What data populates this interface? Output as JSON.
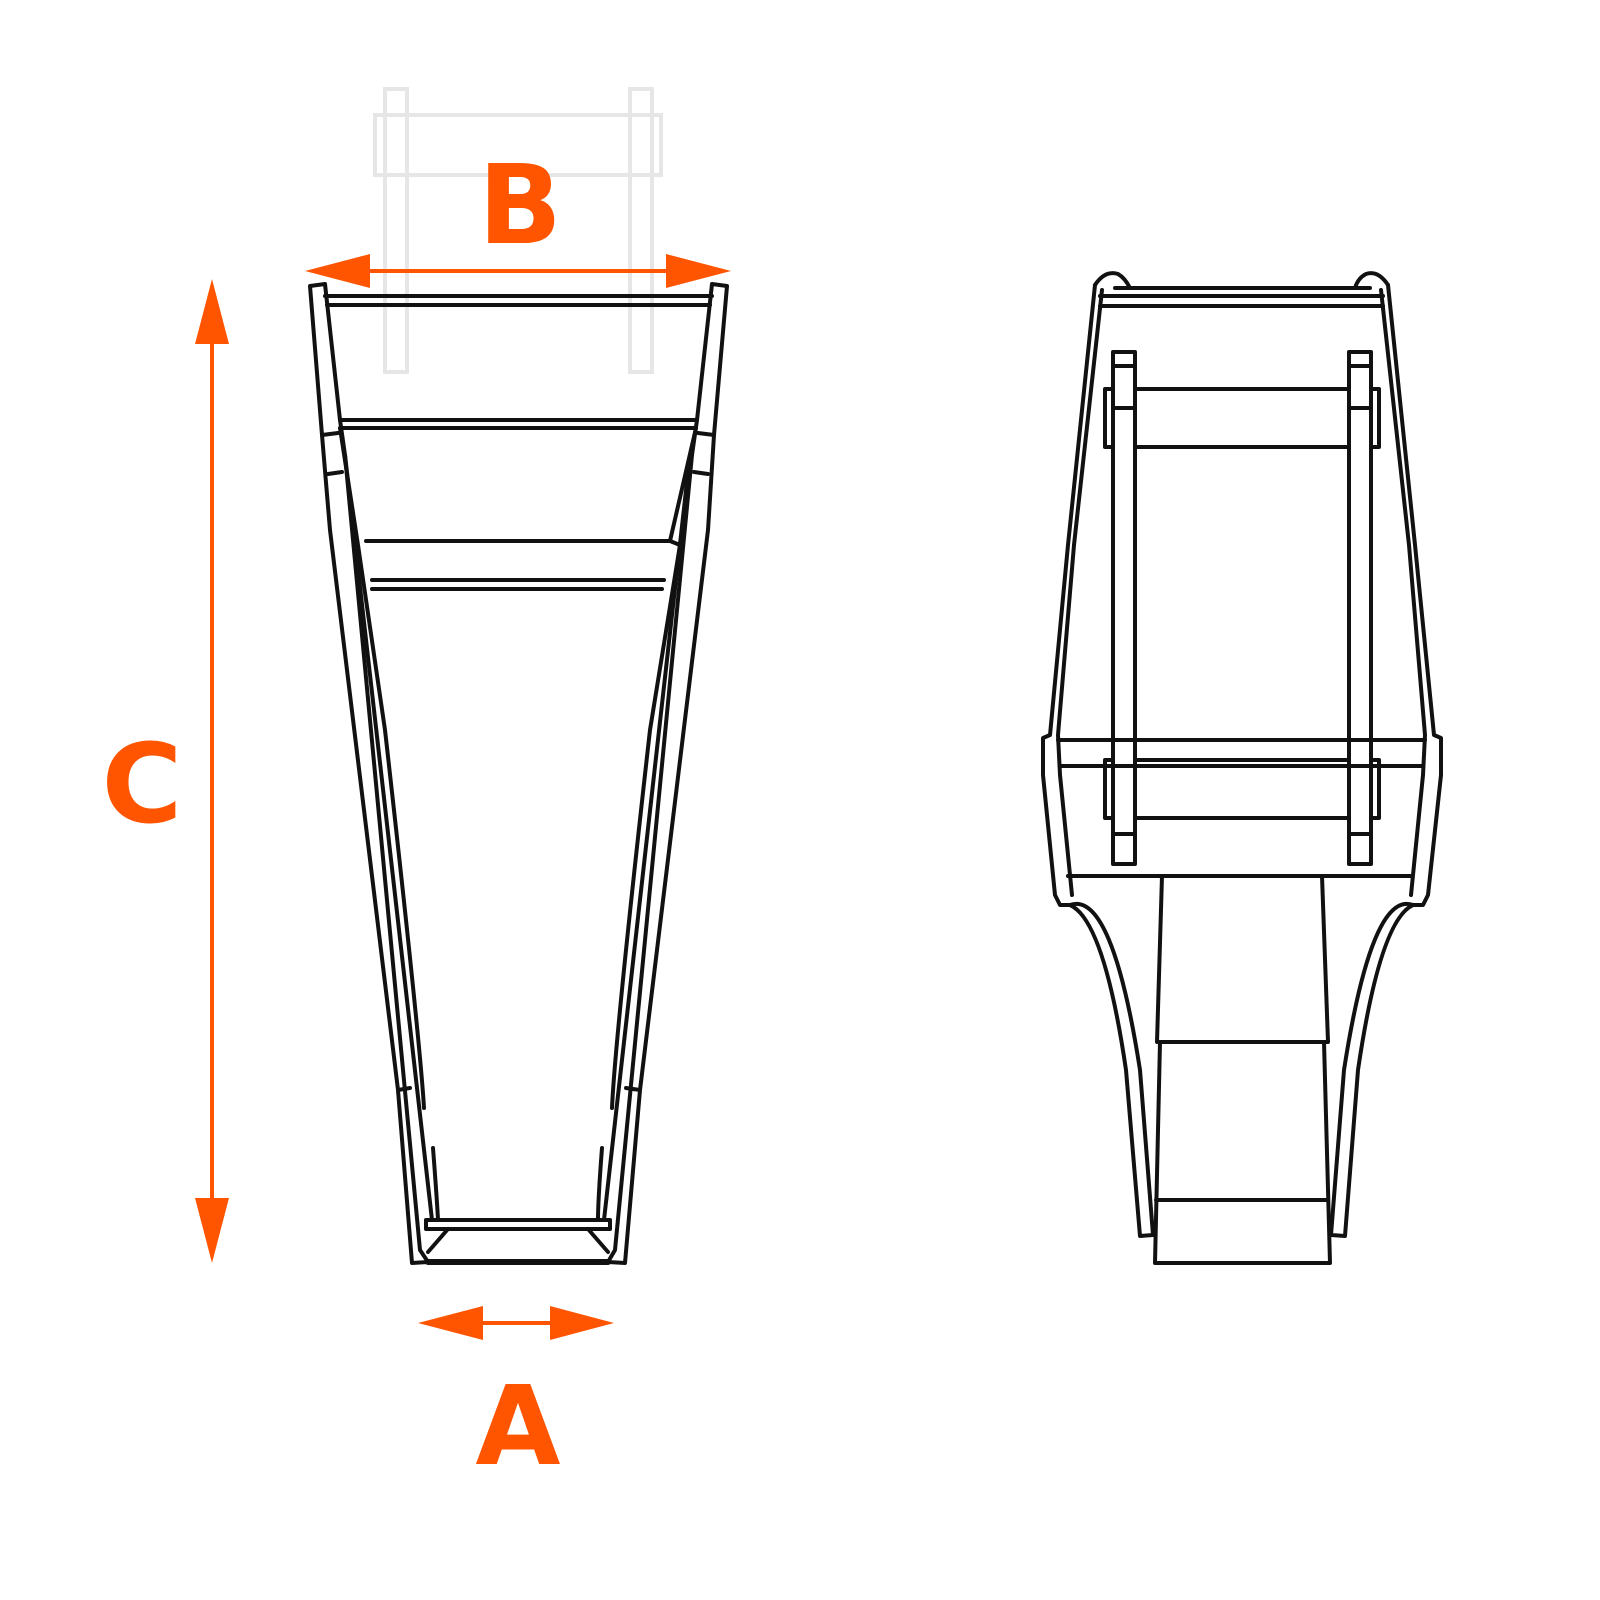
{
  "colors": {
    "dimension": "#FF5500",
    "outline": "#111111",
    "ghost": "#e6e6e6"
  },
  "labels": {
    "a": "A",
    "b": "B",
    "c": "C"
  }
}
